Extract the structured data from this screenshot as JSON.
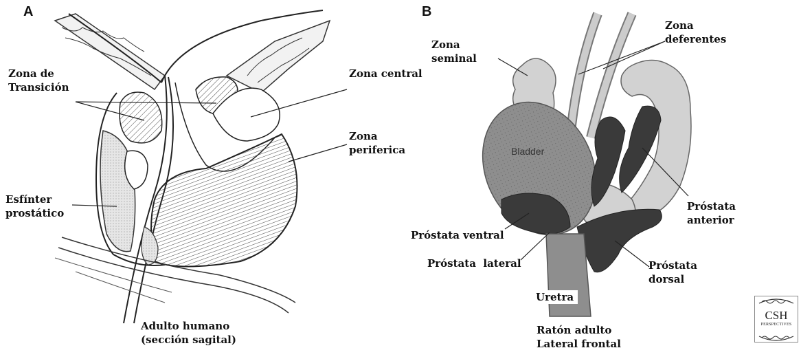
{
  "panelA": {
    "letter": "A",
    "labels": {
      "zona_transicion": "Zona de\nTransición",
      "zona_central": "Zona central",
      "zona_periferica": "Zona\nperiferica",
      "esfinter": "Esfínter\nprostático",
      "caption": "Adulto humano\n(sección sagital)"
    }
  },
  "panelB": {
    "letter": "B",
    "labels": {
      "zona_seminal": "Zona\nseminal",
      "zona_deferentes": "Zona\ndeferentes",
      "bladder": "Bladder",
      "prostata_anterior": "Próstata\nanterior",
      "prostata_ventral": "Próstata ventral",
      "prostata_lateral": "Próstata  lateral",
      "prostata_dorsal": "Próstata\ndorsal",
      "uretra": "Uretra",
      "caption": "Ratón adulto\nLateral frontal"
    }
  },
  "logo": {
    "top": "CSH",
    "bottom": "PERSPECTIVES"
  },
  "colors": {
    "dark_lobe": "#3a3a3a",
    "light_lobe": "#d2d2d2",
    "bladder": "#8e8e8e",
    "line": "#222222"
  }
}
